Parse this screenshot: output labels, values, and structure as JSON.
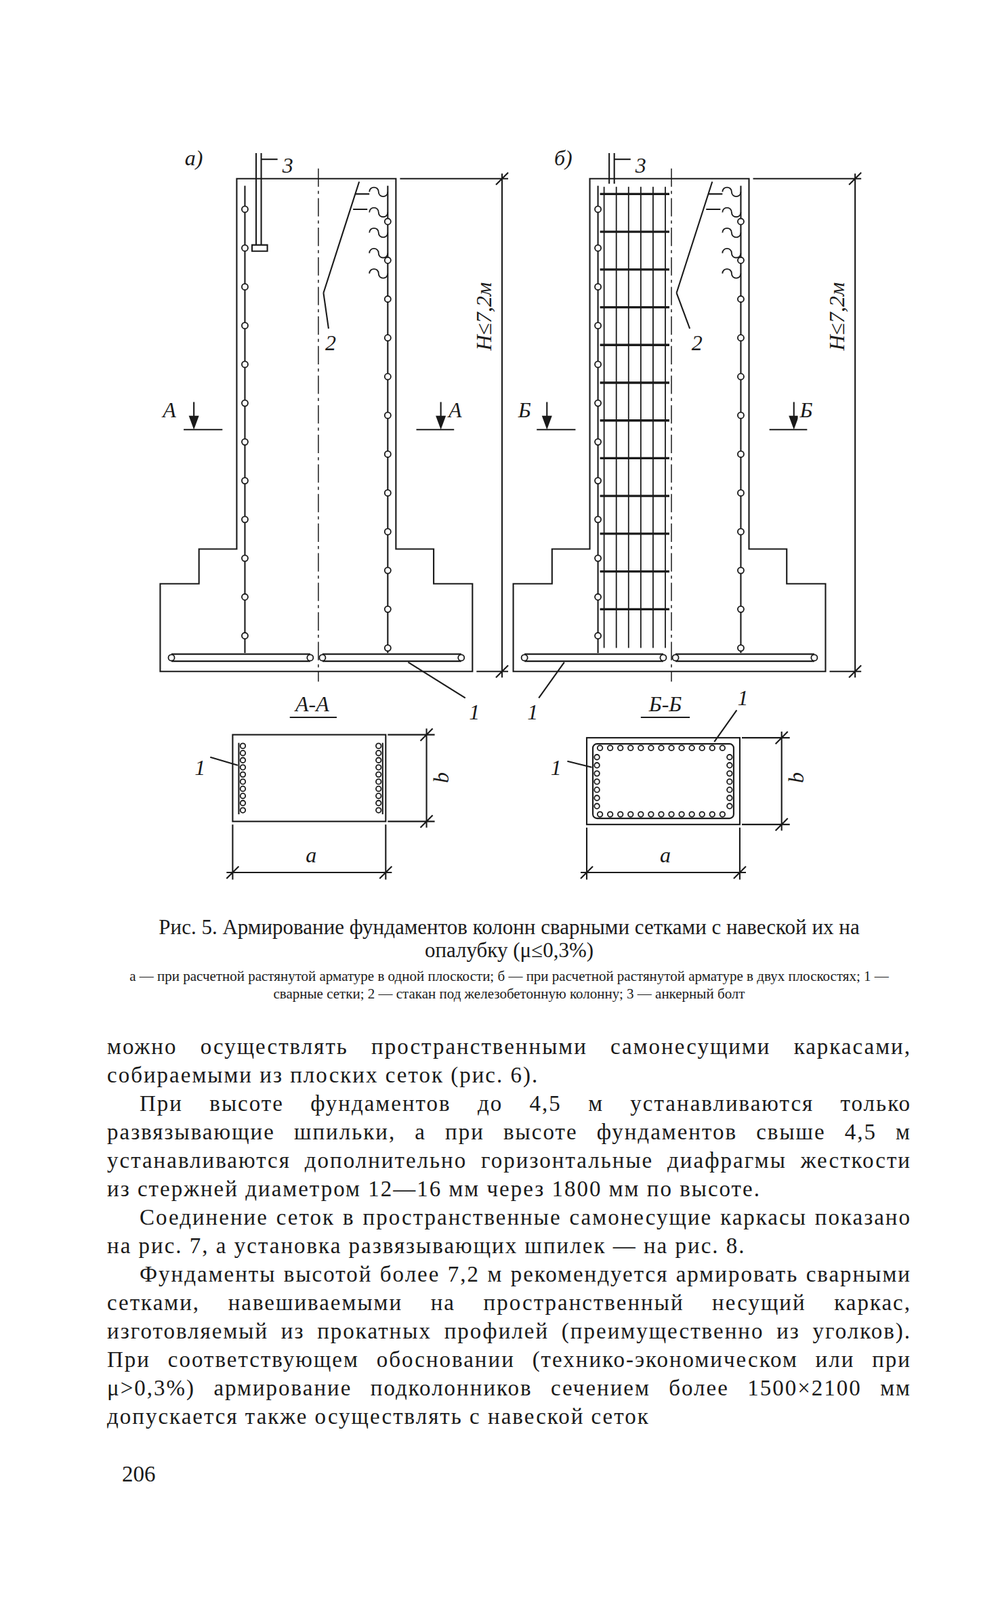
{
  "diagram": {
    "caption": "Рис. 5. Армирование фундаментов колонн сварными сетками с навеской их на опалубку (μ≤0,3%)",
    "labels": [
      "а)",
      "3",
      "2",
      "Н≤7,2м",
      "А",
      "А",
      "1",
      "А-А",
      "1",
      "b",
      "a",
      "б)",
      "3",
      "2",
      "Н≤7,2м",
      "Б",
      "Б",
      "1",
      "Б-Б",
      "1",
      "1",
      "b",
      "a",
      "а — при расчетной растянутой арматуре в одной плоскости; б — при расчетной растянутой арматуре в двух плоскостях; 1 — сварные сетки; 2 — стакан под железобетонную колонну; 3 — анкерный болт",
      "можно осуществлять пространственными самонесущими каркасами, собираемыми из плоских сеток (рис. 6).",
      "При высоте фундаментов до 4,5 м устанавливаются только развязывающие шпильки, а при высоте фундаментов свыше 4,5 м устанавливаются дополнительно горизонтальные диафрагмы жесткости из стержней диаметром 12—16 мм через 1800 мм по высоте.",
      "Соединение сеток в пространственные самонесущие каркасы показано на рис. 7, а установка развязывающих шпилек — на рис. 8.",
      "Фундаменты высотой более 7,2 м рекомендуется армировать сварными сетками, навешиваемыми на пространственный несущий каркас, изготовляемый из прокатных профилей (преимущественно из уголков). При соответствующем обосновании (технико-экономическом или при μ>0,3%) армирование подколонников сечением более 1500×2100 мм допускается также осуществлять с навеской сеток",
      "206"
    ]
  }
}
